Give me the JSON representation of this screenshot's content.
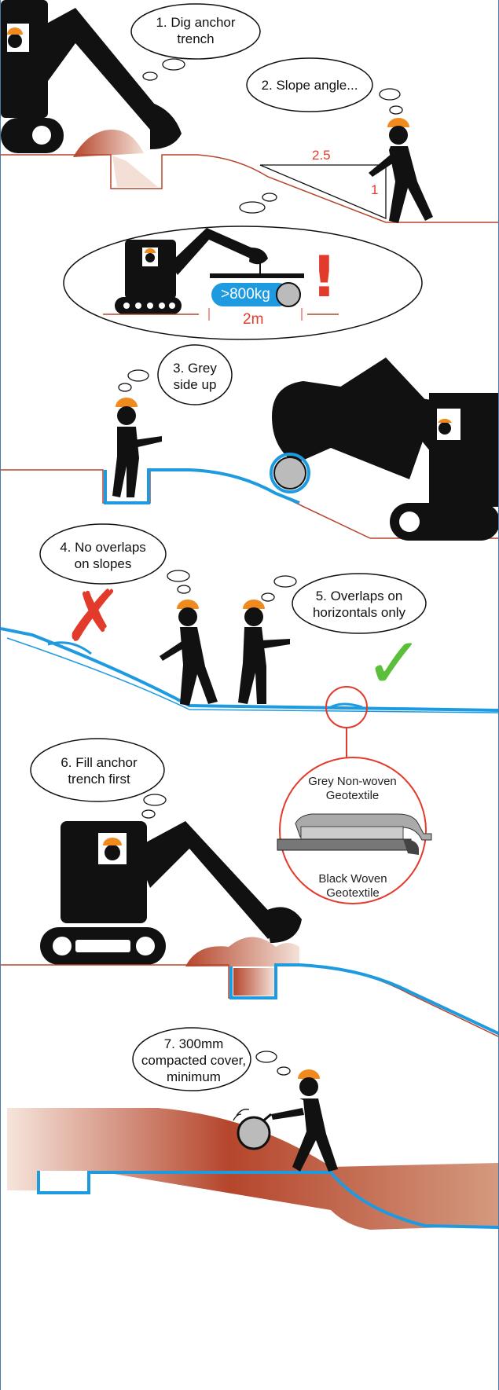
{
  "steps": {
    "s1": "1. Dig anchor trench",
    "s2": "2. Slope angle...",
    "s3": "3. Grey side up",
    "s4": "4. No overlaps on slopes",
    "s5": "5. Overlaps on horizontals only",
    "s6": "6. Fill anchor trench first",
    "s7": "7. 300mm compacted cover, minimum"
  },
  "slope": {
    "run": "2.5",
    "rise": "1"
  },
  "weight": {
    "roll": ">800kg",
    "width": "2m",
    "warn": "!"
  },
  "detail": {
    "top": "Grey Non-woven Geotextile",
    "bottom": "Black Woven Geotextile"
  },
  "marks": {
    "cross": "✗",
    "tick": "✓"
  },
  "colors": {
    "machine": "#111111",
    "ground": "#b5462c",
    "liner": "#1e9be0",
    "hat": "#f08a1e",
    "cross": "#e23a2b",
    "tick": "#5cbf3a",
    "soil": "#b5462c"
  }
}
